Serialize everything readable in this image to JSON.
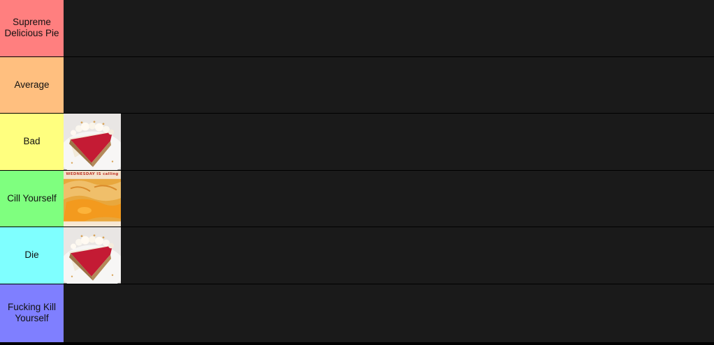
{
  "tiers": [
    {
      "label": "Supreme Delicious Pie",
      "color": "#ff7f7f",
      "items": []
    },
    {
      "label": "Average",
      "color": "#ffbf7f",
      "items": []
    },
    {
      "label": "Bad",
      "color": "#ffff7f",
      "items": [
        "cherry-cream-pie"
      ]
    },
    {
      "label": "Cill Yourself",
      "color": "#7fff7f",
      "items": [
        "peach-pie"
      ]
    },
    {
      "label": "Die",
      "color": "#7fffff",
      "items": [
        "cherry-cream-pie"
      ]
    },
    {
      "label": "Fucking Kill Yourself",
      "color": "#7f7fff",
      "items": []
    }
  ],
  "peach_pie_caption": "WEDNESDAY IS calling",
  "colors": {
    "row_background": "#1a1a1a",
    "divider": "#000000"
  }
}
